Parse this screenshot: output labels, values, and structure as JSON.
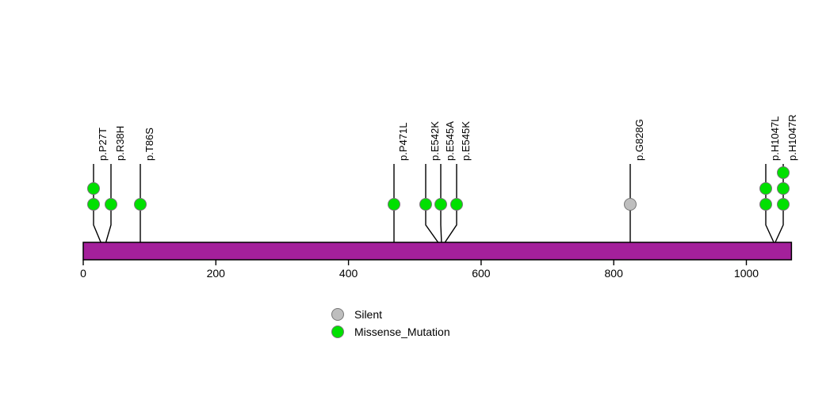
{
  "chart_data": {
    "type": "lollipop",
    "title": "",
    "xlabel": "",
    "ylabel": "",
    "xlim": [
      0,
      1068
    ],
    "axis_ticks": [
      {
        "value": 0,
        "label": "0"
      },
      {
        "value": 200,
        "label": "200"
      },
      {
        "value": 400,
        "label": "400"
      },
      {
        "value": 600,
        "label": "600"
      },
      {
        "value": 800,
        "label": "800"
      },
      {
        "value": 1000,
        "label": "1000"
      }
    ],
    "domain_track": {
      "start": 0,
      "end": 1068,
      "color": "#A4209B"
    },
    "mutations": [
      {
        "label": "p.P27T",
        "position": 27,
        "count": 2,
        "type": "Missense_Mutation",
        "color": "#00E000"
      },
      {
        "label": "p.R38H",
        "position": 38,
        "count": 1,
        "type": "Missense_Mutation",
        "color": "#00E000"
      },
      {
        "label": "p.T86S",
        "position": 86,
        "count": 1,
        "type": "Missense_Mutation",
        "color": "#00E000"
      },
      {
        "label": "p.P471L",
        "position": 471,
        "count": 1,
        "type": "Missense_Mutation",
        "color": "#00E000"
      },
      {
        "label": "p.E542K",
        "position": 542,
        "count": 1,
        "type": "Missense_Mutation",
        "color": "#00E000"
      },
      {
        "label": "p.E545A",
        "position": 545,
        "count": 1,
        "type": "Missense_Mutation",
        "color": "#00E000"
      },
      {
        "label": "p.E545K",
        "position": 545,
        "count": 1,
        "type": "Missense_Mutation",
        "color": "#00E000"
      },
      {
        "label": "p.G828G",
        "position": 828,
        "count": 1,
        "type": "Silent",
        "color": "#BEBEBE"
      },
      {
        "label": "p.H1047L",
        "position": 1047,
        "count": 2,
        "type": "Missense_Mutation",
        "color": "#00E000"
      },
      {
        "label": "p.H1047R",
        "position": 1047,
        "count": 3,
        "type": "Missense_Mutation",
        "color": "#00E000"
      }
    ],
    "legend": {
      "position": "bottom-center",
      "entries": [
        {
          "label": "Silent",
          "color": "#BEBEBE"
        },
        {
          "label": "Missense_Mutation",
          "color": "#00E000"
        }
      ]
    },
    "grid": false
  }
}
